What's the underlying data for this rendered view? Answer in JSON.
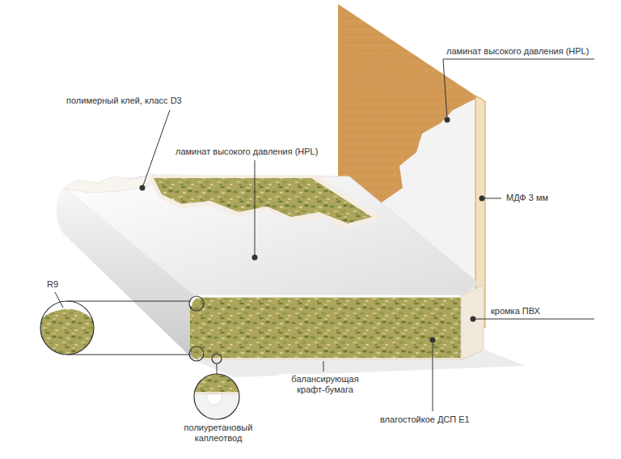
{
  "diagram": {
    "labels": [
      "ламинат высокого давления (HPL)",
      "полимерный клей, класс D3",
      "ламинат высокого давления (HPL)",
      "МДФ 3 мм",
      "R9",
      "кромка ПВХ",
      "балансирующая крафт-бумага",
      "влагостойкое ДСП Е1",
      "полиуретановый каплеотвод"
    ]
  }
}
